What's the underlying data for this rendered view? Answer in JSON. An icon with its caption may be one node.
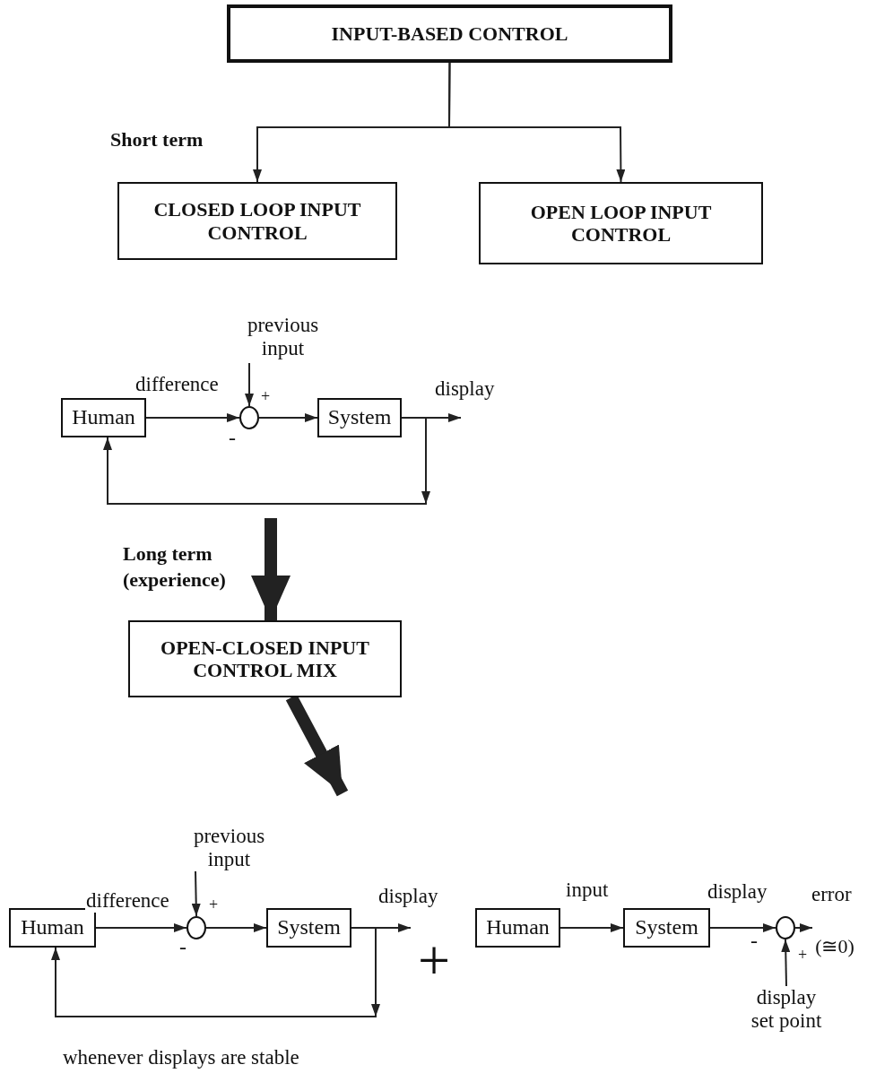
{
  "diagram": {
    "nodes": [
      {
        "text": [
          "INPUT-BASED CONTROL"
        ]
      },
      {
        "text": [
          "CLOSED LOOP INPUT CONTROL"
        ]
      },
      {
        "text": [
          "OPEN LOOP INPUT CONTROL"
        ]
      },
      {
        "text": [
          "Human"
        ]
      },
      {
        "text": [],
        "shape": "circle"
      },
      {
        "text": [
          "System"
        ]
      },
      {
        "text": [
          "previous input"
        ]
      },
      {
        "text": [
          "OPEN-CLOSED INPUT CONTROL MIX"
        ]
      },
      {
        "text": [
          "Human"
        ]
      },
      {
        "text": [],
        "shape": "circle"
      },
      {
        "text": [
          "System"
        ]
      },
      {
        "text": [
          "previous input"
        ]
      },
      {
        "text": [
          "Human"
        ]
      },
      {
        "text": [
          "System"
        ]
      },
      {
        "text": [],
        "shape": "circle"
      },
      {
        "text": [
          "display set point"
        ]
      },
      {
        "text": [
          "(≅0)"
        ]
      }
    ],
    "edges": [
      {
        "from": 0,
        "to": 1,
        "arrow": "to",
        "label": "Short term"
      },
      {
        "from": 0,
        "to": 2,
        "arrow": "to"
      },
      {
        "from": 3,
        "to": 4,
        "arrow": "to",
        "label": "difference"
      },
      {
        "from": 6,
        "to": 4,
        "arrow": "to"
      },
      {
        "from": 4,
        "to": 5,
        "arrow": "to"
      },
      {
        "from": 5,
        "to": null,
        "arrow": "to",
        "label": "display"
      },
      {
        "from": 5,
        "to": 3,
        "arrow": "to"
      },
      {
        "from": null,
        "to": 7,
        "arrow": "to",
        "label": "Long term (experience)",
        "style": "thick"
      },
      {
        "from": 7,
        "to": null,
        "arrow": "to",
        "style": "thick"
      },
      {
        "from": 8,
        "to": 9,
        "arrow": "to",
        "label": "difference"
      },
      {
        "from": 11,
        "to": 9,
        "arrow": "to"
      },
      {
        "from": 9,
        "to": 10,
        "arrow": "to"
      },
      {
        "from": 10,
        "to": null,
        "arrow": "to",
        "label": "display"
      },
      {
        "from": 10,
        "to": 8,
        "arrow": "to"
      },
      {
        "from": 12,
        "to": 13,
        "arrow": "to",
        "label": "input"
      },
      {
        "from": 13,
        "to": 14,
        "arrow": "to",
        "label": "display"
      },
      {
        "from": 15,
        "to": 14,
        "arrow": "to"
      },
      {
        "from": 14,
        "to": 16,
        "arrow": "to",
        "label": "error"
      }
    ],
    "labels": [
      "+",
      "-",
      "+",
      "-",
      "+",
      "-",
      "+",
      "whenever displays are stable"
    ]
  }
}
